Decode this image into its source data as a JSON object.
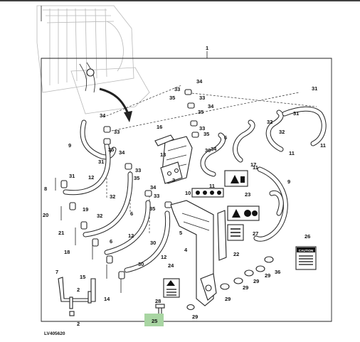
{
  "diagram": {
    "reference_code": "LV405620",
    "assembly_callout": "1",
    "highlighted_callout": "25",
    "highlight_color": "#a8d5a2",
    "callouts": [
      "2",
      "3",
      "4",
      "5",
      "6",
      "7",
      "8",
      "9",
      "10",
      "11",
      "12",
      "13",
      "14",
      "15",
      "16",
      "17",
      "18",
      "19",
      "20",
      "21",
      "22",
      "23",
      "24",
      "26",
      "27",
      "28",
      "29",
      "30",
      "31",
      "32",
      "33",
      "34",
      "35",
      "36"
    ],
    "labels": {
      "caution_heading": "CAUTION"
    }
  }
}
